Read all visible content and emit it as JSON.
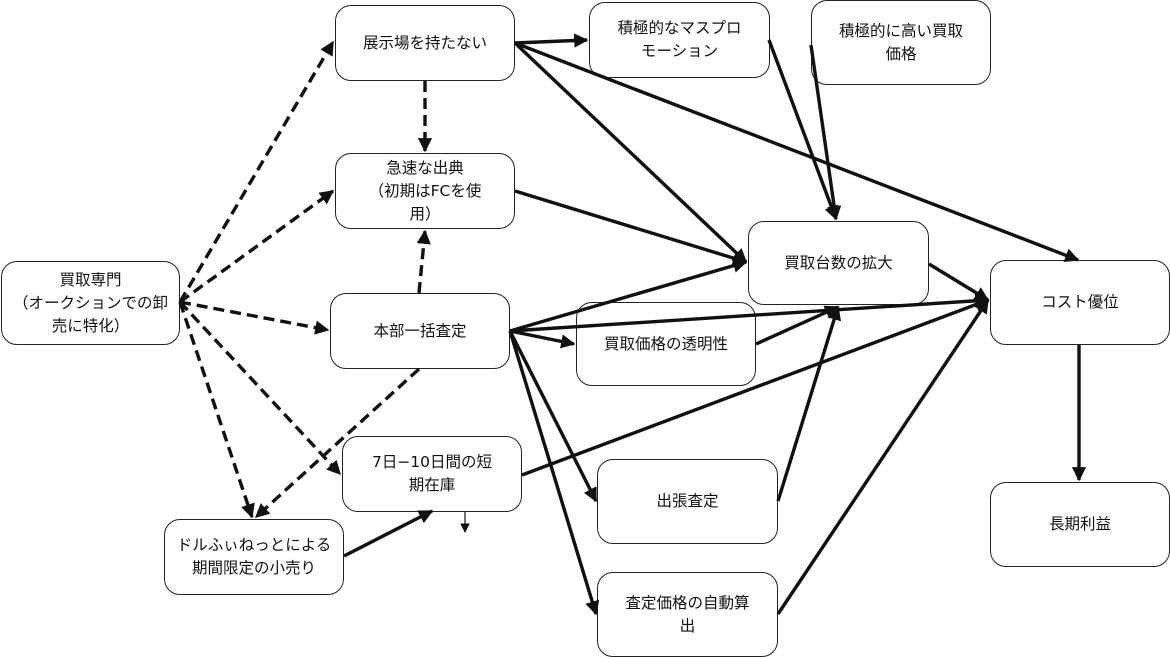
{
  "diagram": {
    "type": "causal-flow",
    "nodes": [
      {
        "id": "kaitori_senmon",
        "label": "買取専門\n（オークションでの卸\n売に特化）"
      },
      {
        "id": "no_showroom",
        "label": "展示場を持たない"
      },
      {
        "id": "rapid_opening",
        "label": "急速な出典\n（初期はFCを使\n用）"
      },
      {
        "id": "central_appraisal",
        "label": "本部一括査定"
      },
      {
        "id": "short_inventory",
        "label": "7日−10日間の短\n期在庫"
      },
      {
        "id": "dorufuinet",
        "label": "ドルふぃねっとによる\n期間限定の小売り"
      },
      {
        "id": "mass_promotion",
        "label": "積極的なマスプロ\nモーション"
      },
      {
        "id": "high_price",
        "label": "積極的に高い買取\n価格"
      },
      {
        "id": "price_transparency",
        "label": "買取価格の透明性"
      },
      {
        "id": "business_trip_appraisal",
        "label": "出張査定"
      },
      {
        "id": "auto_price_calc",
        "label": "査定価格の自動算\n出"
      },
      {
        "id": "volume_expansion",
        "label": "買取台数の拡大"
      },
      {
        "id": "cost_advantage",
        "label": "コスト優位"
      },
      {
        "id": "long_term_profit",
        "label": "長期利益"
      }
    ],
    "edges": [
      {
        "from": "kaitori_senmon",
        "to": "no_showroom",
        "style": "dashed"
      },
      {
        "from": "kaitori_senmon",
        "to": "rapid_opening",
        "style": "dashed"
      },
      {
        "from": "kaitori_senmon",
        "to": "central_appraisal",
        "style": "dashed"
      },
      {
        "from": "kaitori_senmon",
        "to": "short_inventory",
        "style": "dashed"
      },
      {
        "from": "kaitori_senmon",
        "to": "dorufuinet",
        "style": "dashed"
      },
      {
        "from": "no_showroom",
        "to": "rapid_opening",
        "style": "dashed"
      },
      {
        "from": "central_appraisal",
        "to": "rapid_opening",
        "style": "dashed"
      },
      {
        "from": "central_appraisal",
        "to": "dorufuinet",
        "style": "dashed"
      },
      {
        "from": "no_showroom",
        "to": "mass_promotion",
        "style": "solid"
      },
      {
        "from": "no_showroom",
        "to": "volume_expansion",
        "style": "solid"
      },
      {
        "from": "no_showroom",
        "to": "cost_advantage",
        "style": "solid"
      },
      {
        "from": "rapid_opening",
        "to": "volume_expansion",
        "style": "solid"
      },
      {
        "from": "mass_promotion",
        "to": "volume_expansion",
        "style": "solid"
      },
      {
        "from": "high_price",
        "to": "volume_expansion",
        "style": "solid"
      },
      {
        "from": "central_appraisal",
        "to": "volume_expansion",
        "style": "solid"
      },
      {
        "from": "central_appraisal",
        "to": "price_transparency",
        "style": "solid"
      },
      {
        "from": "central_appraisal",
        "to": "cost_advantage",
        "style": "solid"
      },
      {
        "from": "central_appraisal",
        "to": "business_trip_appraisal",
        "style": "solid"
      },
      {
        "from": "central_appraisal",
        "to": "auto_price_calc",
        "style": "solid"
      },
      {
        "from": "price_transparency",
        "to": "volume_expansion",
        "style": "solid"
      },
      {
        "from": "business_trip_appraisal",
        "to": "volume_expansion",
        "style": "solid"
      },
      {
        "from": "auto_price_calc",
        "to": "cost_advantage",
        "style": "solid"
      },
      {
        "from": "short_inventory",
        "to": "cost_advantage",
        "style": "solid"
      },
      {
        "from": "dorufuinet",
        "to": "short_inventory",
        "style": "solid"
      },
      {
        "from": "volume_expansion",
        "to": "cost_advantage",
        "style": "solid"
      },
      {
        "from": "cost_advantage",
        "to": "long_term_profit",
        "style": "solid"
      },
      {
        "from": "short_inventory",
        "to": "stub",
        "style": "thin"
      }
    ]
  }
}
